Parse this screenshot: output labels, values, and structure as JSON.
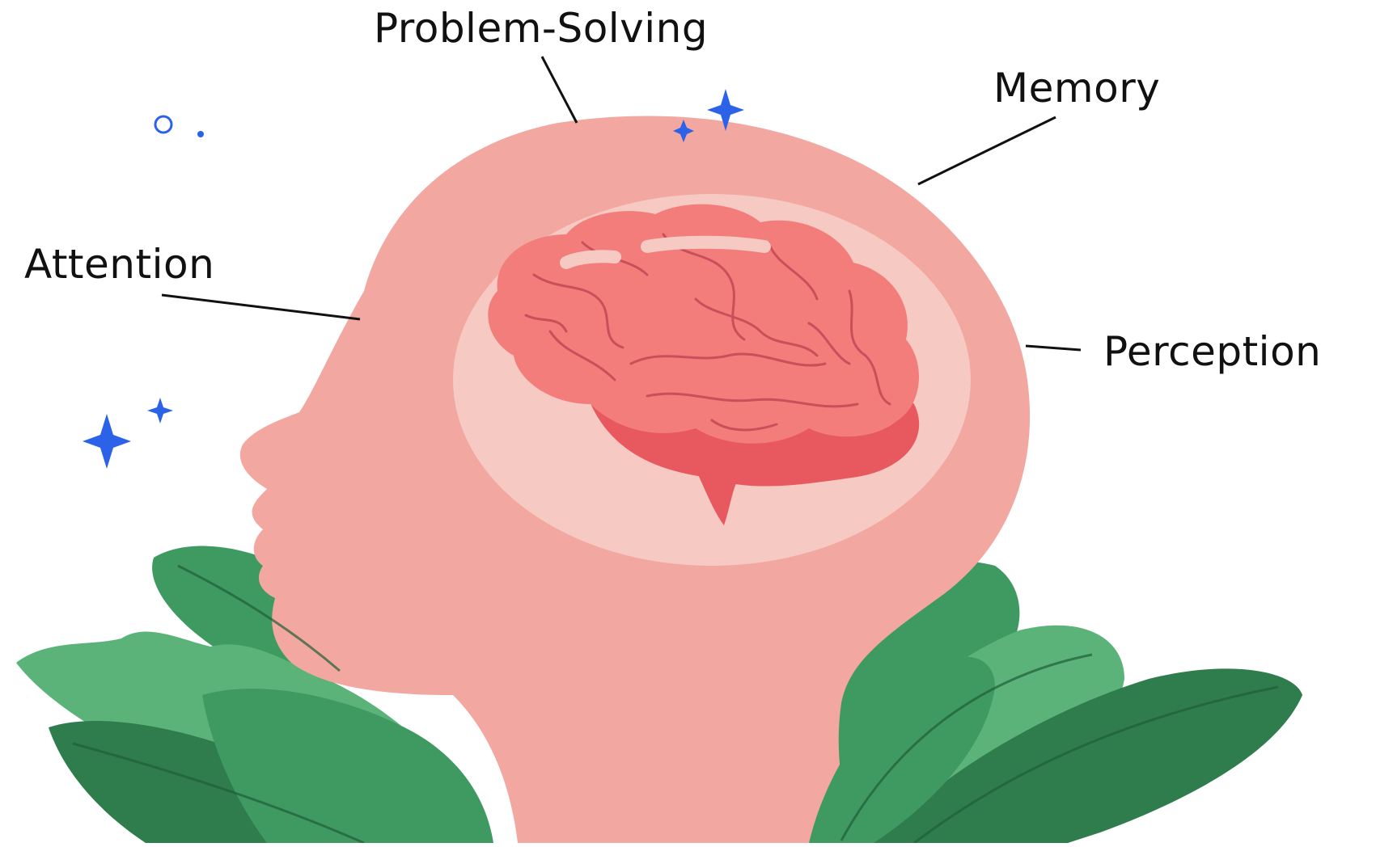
{
  "labels": {
    "problem_solving": "Problem-Solving",
    "memory": "Memory",
    "attention": "Attention",
    "perception": "Perception"
  },
  "colors": {
    "head": "#f2a7a0",
    "brain_halo": "#f6c9c3",
    "brain": "#f27d7b",
    "brain_shadow": "#e8595f",
    "brain_lines": "#c9505a",
    "leaf_dark": "#2f7d4d",
    "leaf_mid": "#3f9a62",
    "leaf_light": "#5bb37a",
    "sparkle": "#2b62e8",
    "leader_line": "#111111"
  }
}
